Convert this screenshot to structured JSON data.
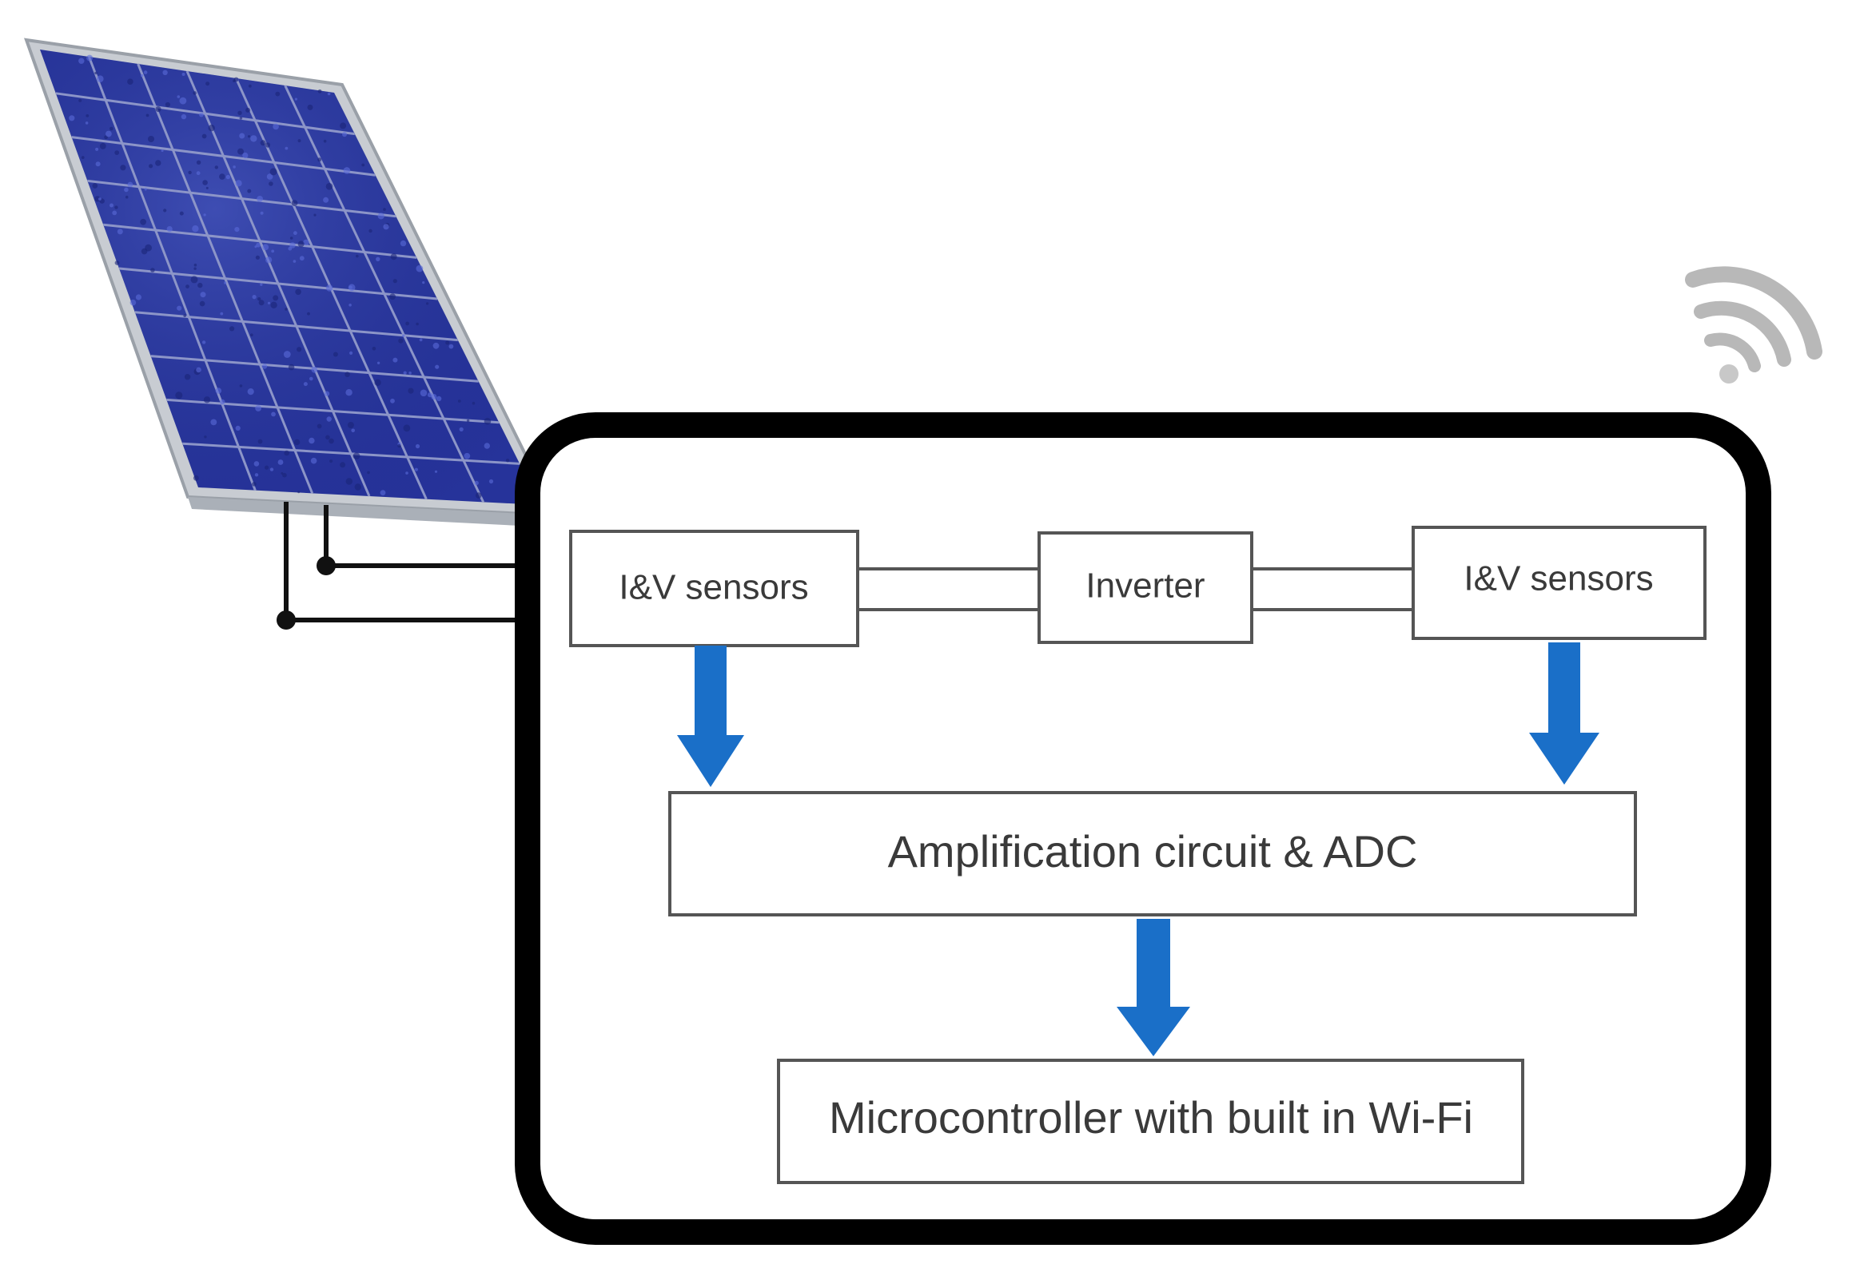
{
  "blocks": {
    "sensor_left": "I&V sensors",
    "inverter": "Inverter",
    "sensor_right": "I&V sensors",
    "amplification": "Amplification circuit & ADC",
    "microcontroller": "Microcontroller with built in Wi-Fi"
  },
  "icons": {
    "panel": "solar-panel-icon",
    "wifi": "wifi-icon"
  },
  "colors": {
    "arrow": "#1a6fc8",
    "enclosure": "#000000",
    "panel_cells": "#26339a",
    "panel_frame": "#c8ccd2",
    "block_border": "#555555",
    "wire": "#111111"
  }
}
